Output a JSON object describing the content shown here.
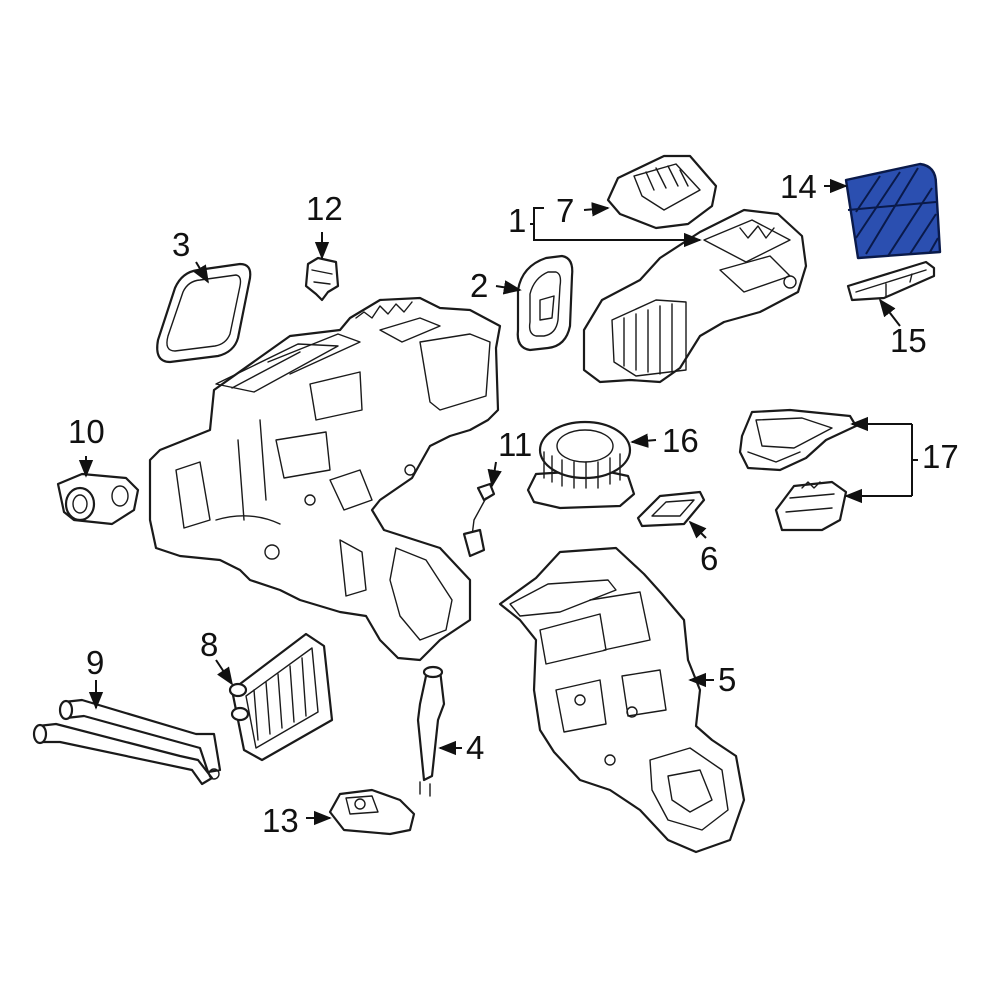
{
  "highlight_color": "#2b4fb0",
  "callouts": [
    {
      "id": "1",
      "label": "1"
    },
    {
      "id": "2",
      "label": "2"
    },
    {
      "id": "3",
      "label": "3"
    },
    {
      "id": "4",
      "label": "4"
    },
    {
      "id": "5",
      "label": "5"
    },
    {
      "id": "6",
      "label": "6"
    },
    {
      "id": "7",
      "label": "7"
    },
    {
      "id": "8",
      "label": "8"
    },
    {
      "id": "9",
      "label": "9"
    },
    {
      "id": "10",
      "label": "10"
    },
    {
      "id": "11",
      "label": "11"
    },
    {
      "id": "12",
      "label": "12"
    },
    {
      "id": "13",
      "label": "13"
    },
    {
      "id": "14",
      "label": "14"
    },
    {
      "id": "15",
      "label": "15"
    },
    {
      "id": "16",
      "label": "16"
    },
    {
      "id": "17",
      "label": "17"
    }
  ]
}
